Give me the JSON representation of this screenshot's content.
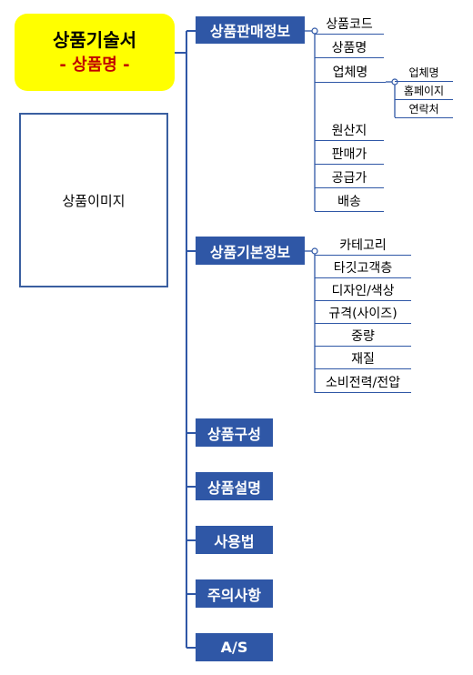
{
  "title": {
    "main": "상품기술서",
    "sub": "- 상품명 -"
  },
  "image_placeholder": "상품이미지",
  "categories": [
    {
      "label": "상품판매정보",
      "items": [
        {
          "label": "상품코드"
        },
        {
          "label": "상품명"
        },
        {
          "label": "업체명",
          "children": [
            "업체명",
            "홈페이지",
            "연락처"
          ]
        },
        {
          "label": "원산지"
        },
        {
          "label": "판매가"
        },
        {
          "label": "공급가"
        },
        {
          "label": "배송"
        }
      ]
    },
    {
      "label": "상품기본정보",
      "items": [
        {
          "label": "카테고리"
        },
        {
          "label": "타깃고객층"
        },
        {
          "label": "디자인/색상"
        },
        {
          "label": "규격(사이즈)"
        },
        {
          "label": "중량"
        },
        {
          "label": "재질"
        },
        {
          "label": "소비전력/전압"
        }
      ]
    },
    {
      "label": "상품구성",
      "items": []
    },
    {
      "label": "상품설명",
      "items": []
    },
    {
      "label": "사용법",
      "items": []
    },
    {
      "label": "주의사항",
      "items": []
    },
    {
      "label": "A/S",
      "items": []
    }
  ],
  "colors": {
    "category_fill": "#2f57a6",
    "line": "#2f57a6",
    "title_fill": "#ffff00",
    "title_sub_text": "#c00000"
  }
}
